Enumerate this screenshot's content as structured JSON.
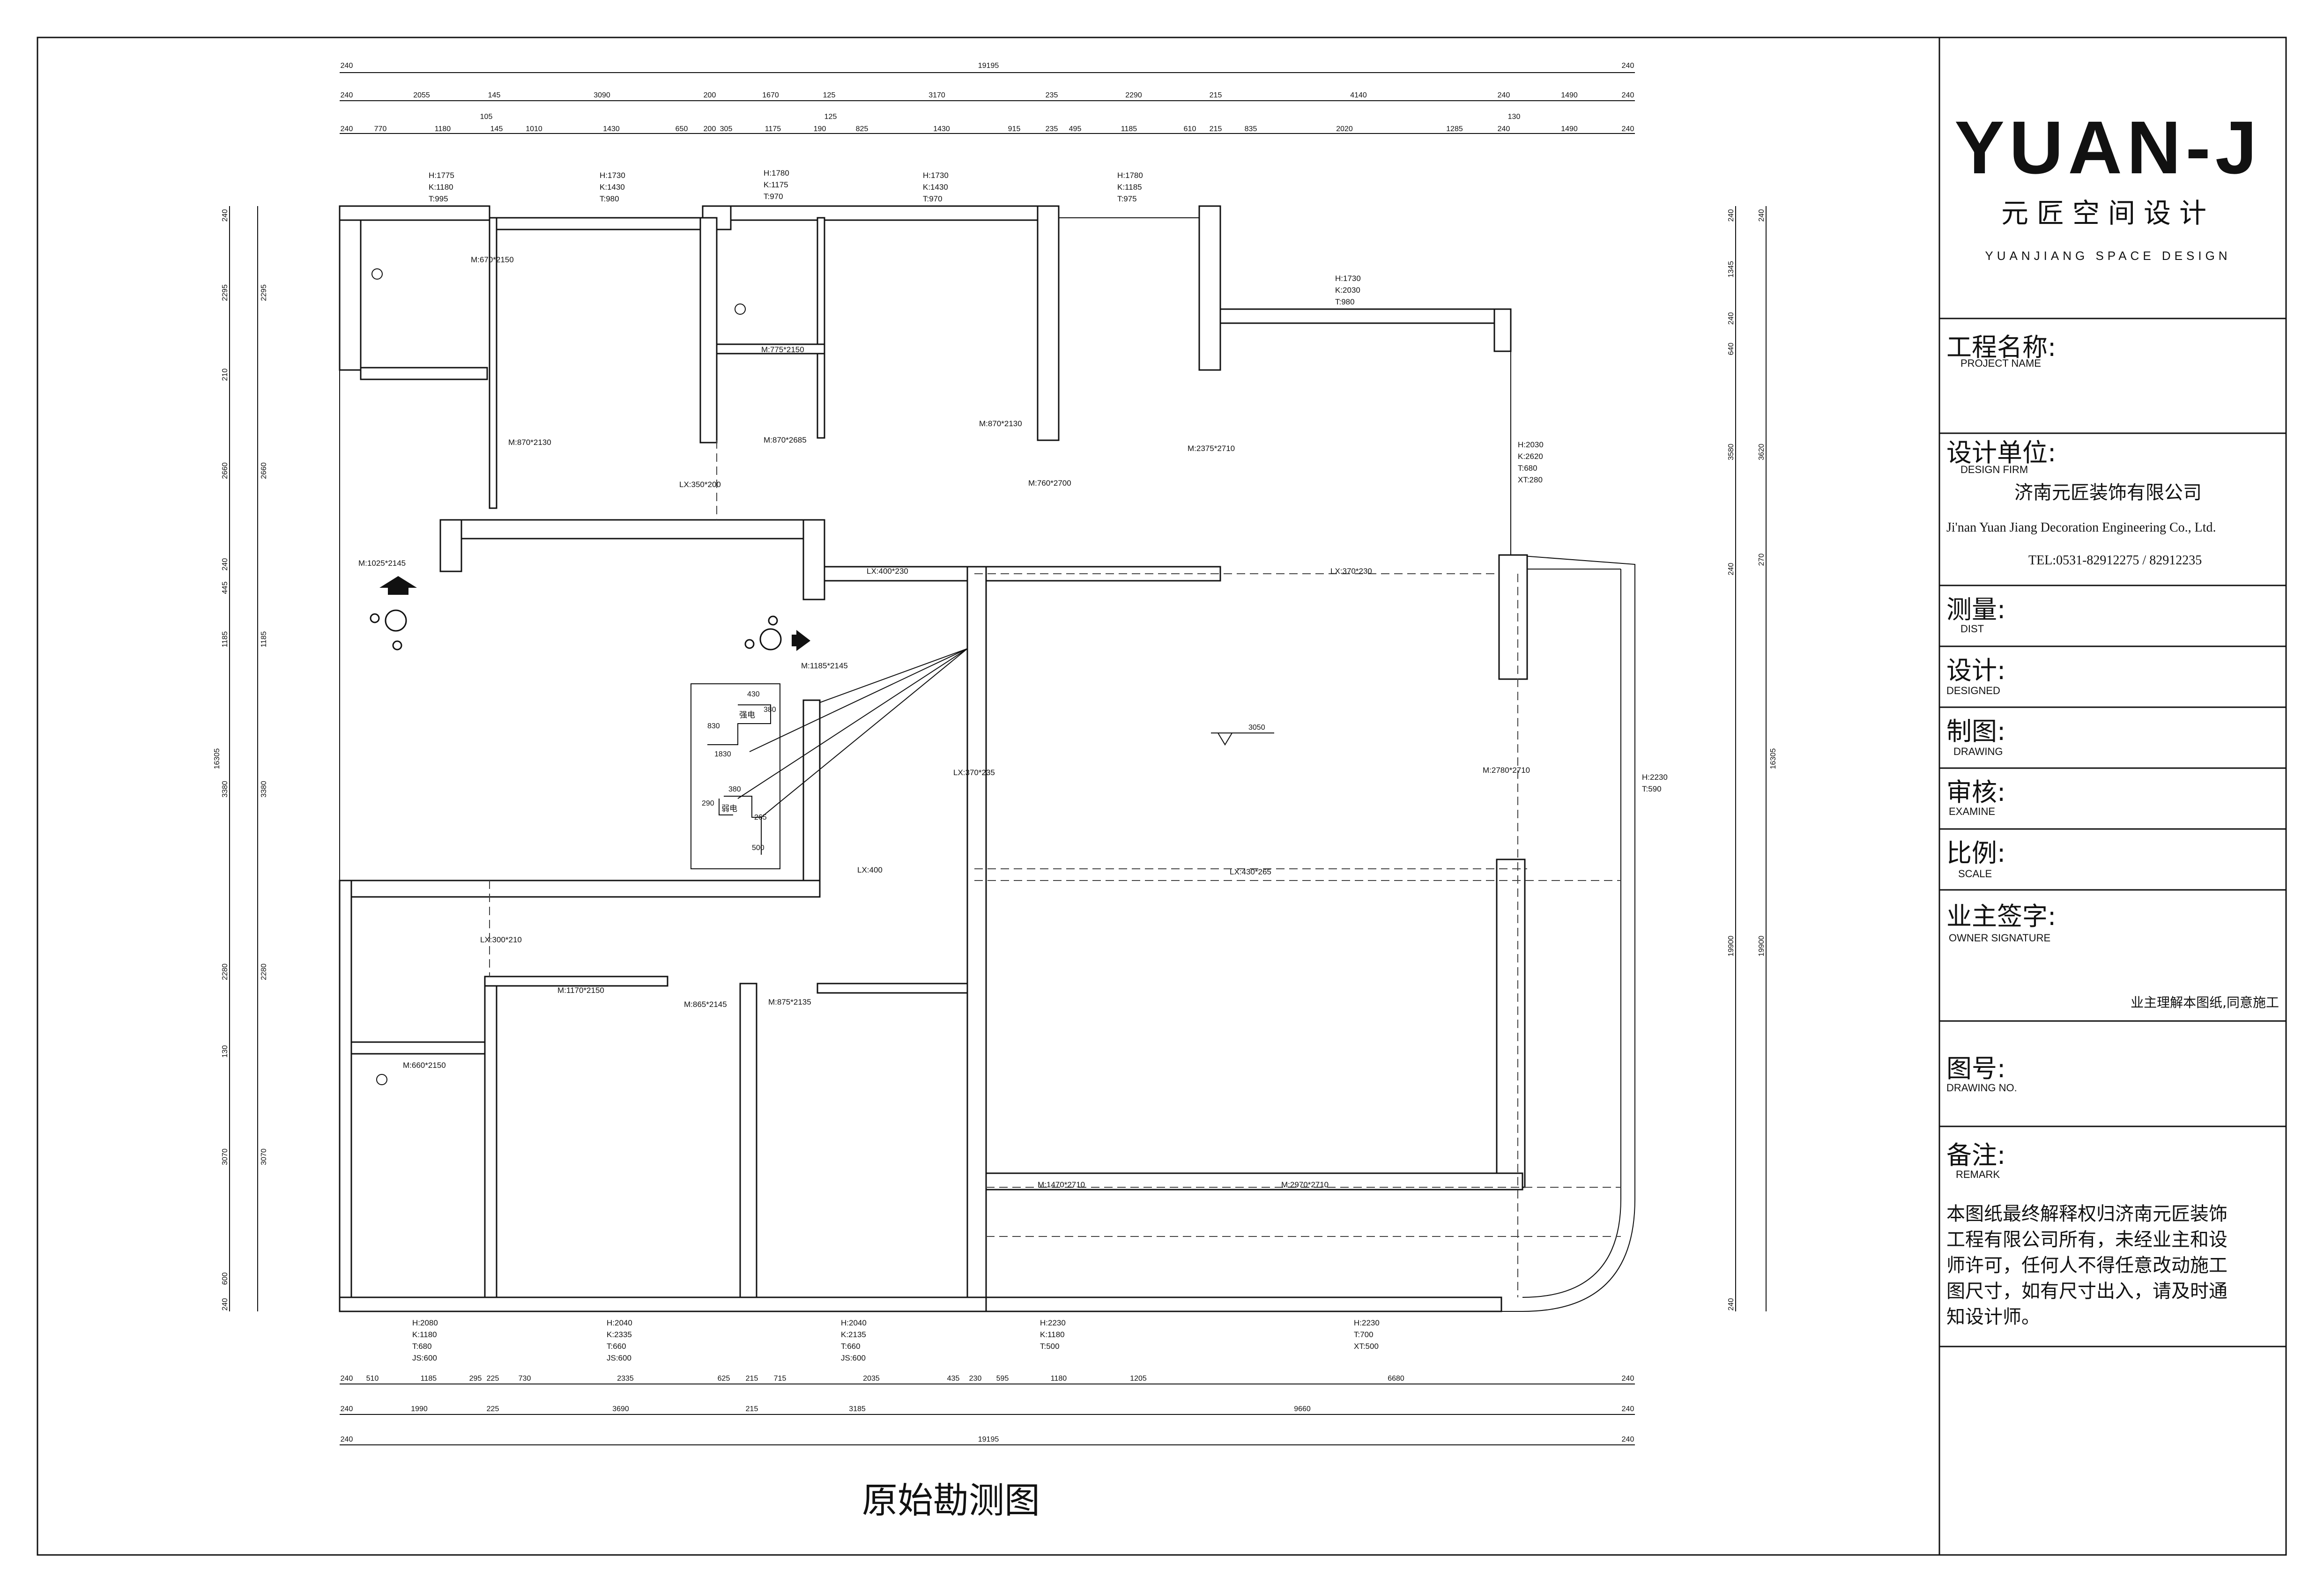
{
  "brand": {
    "logo_text": "YUAN-J",
    "name_cn": "元匠空间设计",
    "name_en": "YUANJIANG SPACE DESIGN"
  },
  "title_block": {
    "fields": [
      {
        "cn": "工程名称:",
        "en": "PROJECT NAME"
      },
      {
        "cn": "设计单位:",
        "en": "DESIGN FIRM"
      },
      {
        "cn": "测量:",
        "en": "DIST"
      },
      {
        "cn": "设计:",
        "en": "DESIGNED"
      },
      {
        "cn": "制图:",
        "en": "DRAWING"
      },
      {
        "cn": "审核:",
        "en": "EXAMINE"
      },
      {
        "cn": "比例:",
        "en": "SCALE"
      },
      {
        "cn": "业主签字:",
        "en": "OWNER SIGNATURE"
      },
      {
        "cn": "图号:",
        "en": "DRAWING NO."
      },
      {
        "cn": "备注:",
        "en": "REMARK"
      }
    ],
    "firm_cn": "济南元匠装饰有限公司",
    "firm_en": "Ji'nan Yuan Jiang Decoration Engineering Co., Ltd.",
    "firm_tel": "TEL:0531-82912275 / 82912235",
    "owner_note": "业主理解本图纸,同意施工",
    "remark_lines": [
      "本图纸最终解释权归济南元匠装饰",
      "工程有限公司所有，未经业主和设",
      "师许可，任何人不得任意改动施工",
      "图尺寸，如有尺寸出入，请及时通",
      "知设计师。"
    ]
  },
  "drawing_title": "原始勘测图",
  "dims": {
    "top_total": "19195",
    "top_row2": [
      "240",
      "2055",
      "145",
      "3090",
      "200",
      "1670",
      "125",
      "3170",
      "235",
      "2290",
      "215",
      "4140",
      "240",
      "130",
      "1490",
      "240"
    ],
    "top_row2b": [
      "105",
      "125",
      "130"
    ],
    "top_row3": [
      "240",
      "770",
      "1180",
      "145",
      "1010",
      "1430",
      "650",
      "200",
      "305",
      "1175",
      "190",
      "825",
      "1430",
      "915",
      "235",
      "495",
      "1185",
      "610",
      "215",
      "835",
      "2020",
      "1285",
      "240",
      "1490",
      "240"
    ],
    "bottom_row1": [
      "240",
      "510",
      "1185",
      "295",
      "225",
      "730",
      "2335",
      "625",
      "215",
      "715",
      "2035",
      "435",
      "230",
      "595",
      "1180",
      "1205",
      "6680",
      "240"
    ],
    "bottom_row2": [
      "240",
      "1990",
      "225",
      "3690",
      "215",
      "3185",
      "9660",
      "240"
    ],
    "bottom_total": "19195",
    "left_outer": [
      "240",
      "2295",
      "210",
      "2660",
      "240",
      "445",
      "1185",
      "3380",
      "2280",
      "130",
      "3070",
      "600",
      "240"
    ],
    "left_total": "16305",
    "right_outer": [
      "240",
      "1345",
      "240",
      "640",
      "3580",
      "240",
      "19900",
      "240"
    ],
    "right_inner": [
      "240",
      "270",
      "3620",
      "16305"
    ]
  },
  "windows": [
    {
      "lines": [
        "H:1775",
        "K:1180",
        "T:995"
      ]
    },
    {
      "lines": [
        "H:1730",
        "K:1430",
        "T:980"
      ]
    },
    {
      "lines": [
        "H:1780",
        "K:1175",
        "T:970"
      ]
    },
    {
      "lines": [
        "H:1730",
        "K:1430",
        "T:970"
      ]
    },
    {
      "lines": [
        "H:1780",
        "K:1185",
        "T:975"
      ]
    },
    {
      "lines": [
        "H:1730",
        "K:2030",
        "T:980"
      ]
    },
    {
      "lines": [
        "H:2030",
        "K:2620",
        "T:680",
        "XT:280"
      ]
    },
    {
      "lines": [
        "H:2230",
        "T:590"
      ]
    },
    {
      "lines": [
        "H:2080",
        "K:1180",
        "T:680",
        "JS:600"
      ]
    },
    {
      "lines": [
        "H:2040",
        "K:2335",
        "T:660",
        "JS:600"
      ]
    },
    {
      "lines": [
        "H:2040",
        "K:2135",
        "T:660",
        "JS:600"
      ]
    },
    {
      "lines": [
        "H:2230",
        "K:1180",
        "T:500"
      ]
    },
    {
      "lines": [
        "H:2230",
        "T:700",
        "XT:500"
      ]
    }
  ],
  "doors": [
    "M:670*2150",
    "M:775*2150",
    "M:870*2130",
    "M:870*2685",
    "M:870*2130",
    "M:2375*2710",
    "M:760*2700",
    "M:1025*2145",
    "M:1185*2145",
    "M:2780*2710",
    "M:1170*2150",
    "M:865*2145",
    "M:875*2135",
    "M:660*2150",
    "M:1470*2710",
    "M:2970*2710"
  ],
  "beams": [
    "LX:350*200",
    "LX:400*230",
    "LX:370*230",
    "LX:370*235",
    "LX:400",
    "LX:430*265",
    "LX:300*210"
  ],
  "elev": "3050",
  "panel": {
    "strong": "强电",
    "weak": "弱电",
    "dims": [
      "430",
      "380",
      "830",
      "1830",
      "380",
      "290",
      "265",
      "500"
    ]
  }
}
